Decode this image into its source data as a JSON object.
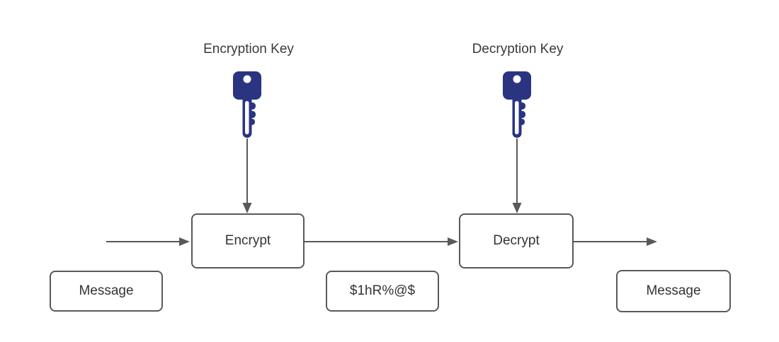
{
  "diagram": {
    "title_implied": "Symmetric encryption flow",
    "colors": {
      "background": "#ffffff",
      "stroke": "#595959",
      "text": "#333333",
      "key_fill": "#2a3480"
    },
    "labels": {
      "encryption_key": "Encryption Key",
      "decryption_key": "Decryption Key"
    },
    "nodes": {
      "encrypt": "Encrypt",
      "decrypt": "Decrypt",
      "message_left": "Message",
      "ciphertext": "$1hR%@$",
      "message_right": "Message"
    },
    "icons": [
      {
        "name": "key-icon",
        "meaning": "encryption key"
      },
      {
        "name": "key-icon",
        "meaning": "decryption key"
      }
    ],
    "flow": [
      "Message -> Encrypt (with Encryption Key) -> $1hR%@$ -> Decrypt (with Decryption Key) -> Message"
    ]
  }
}
